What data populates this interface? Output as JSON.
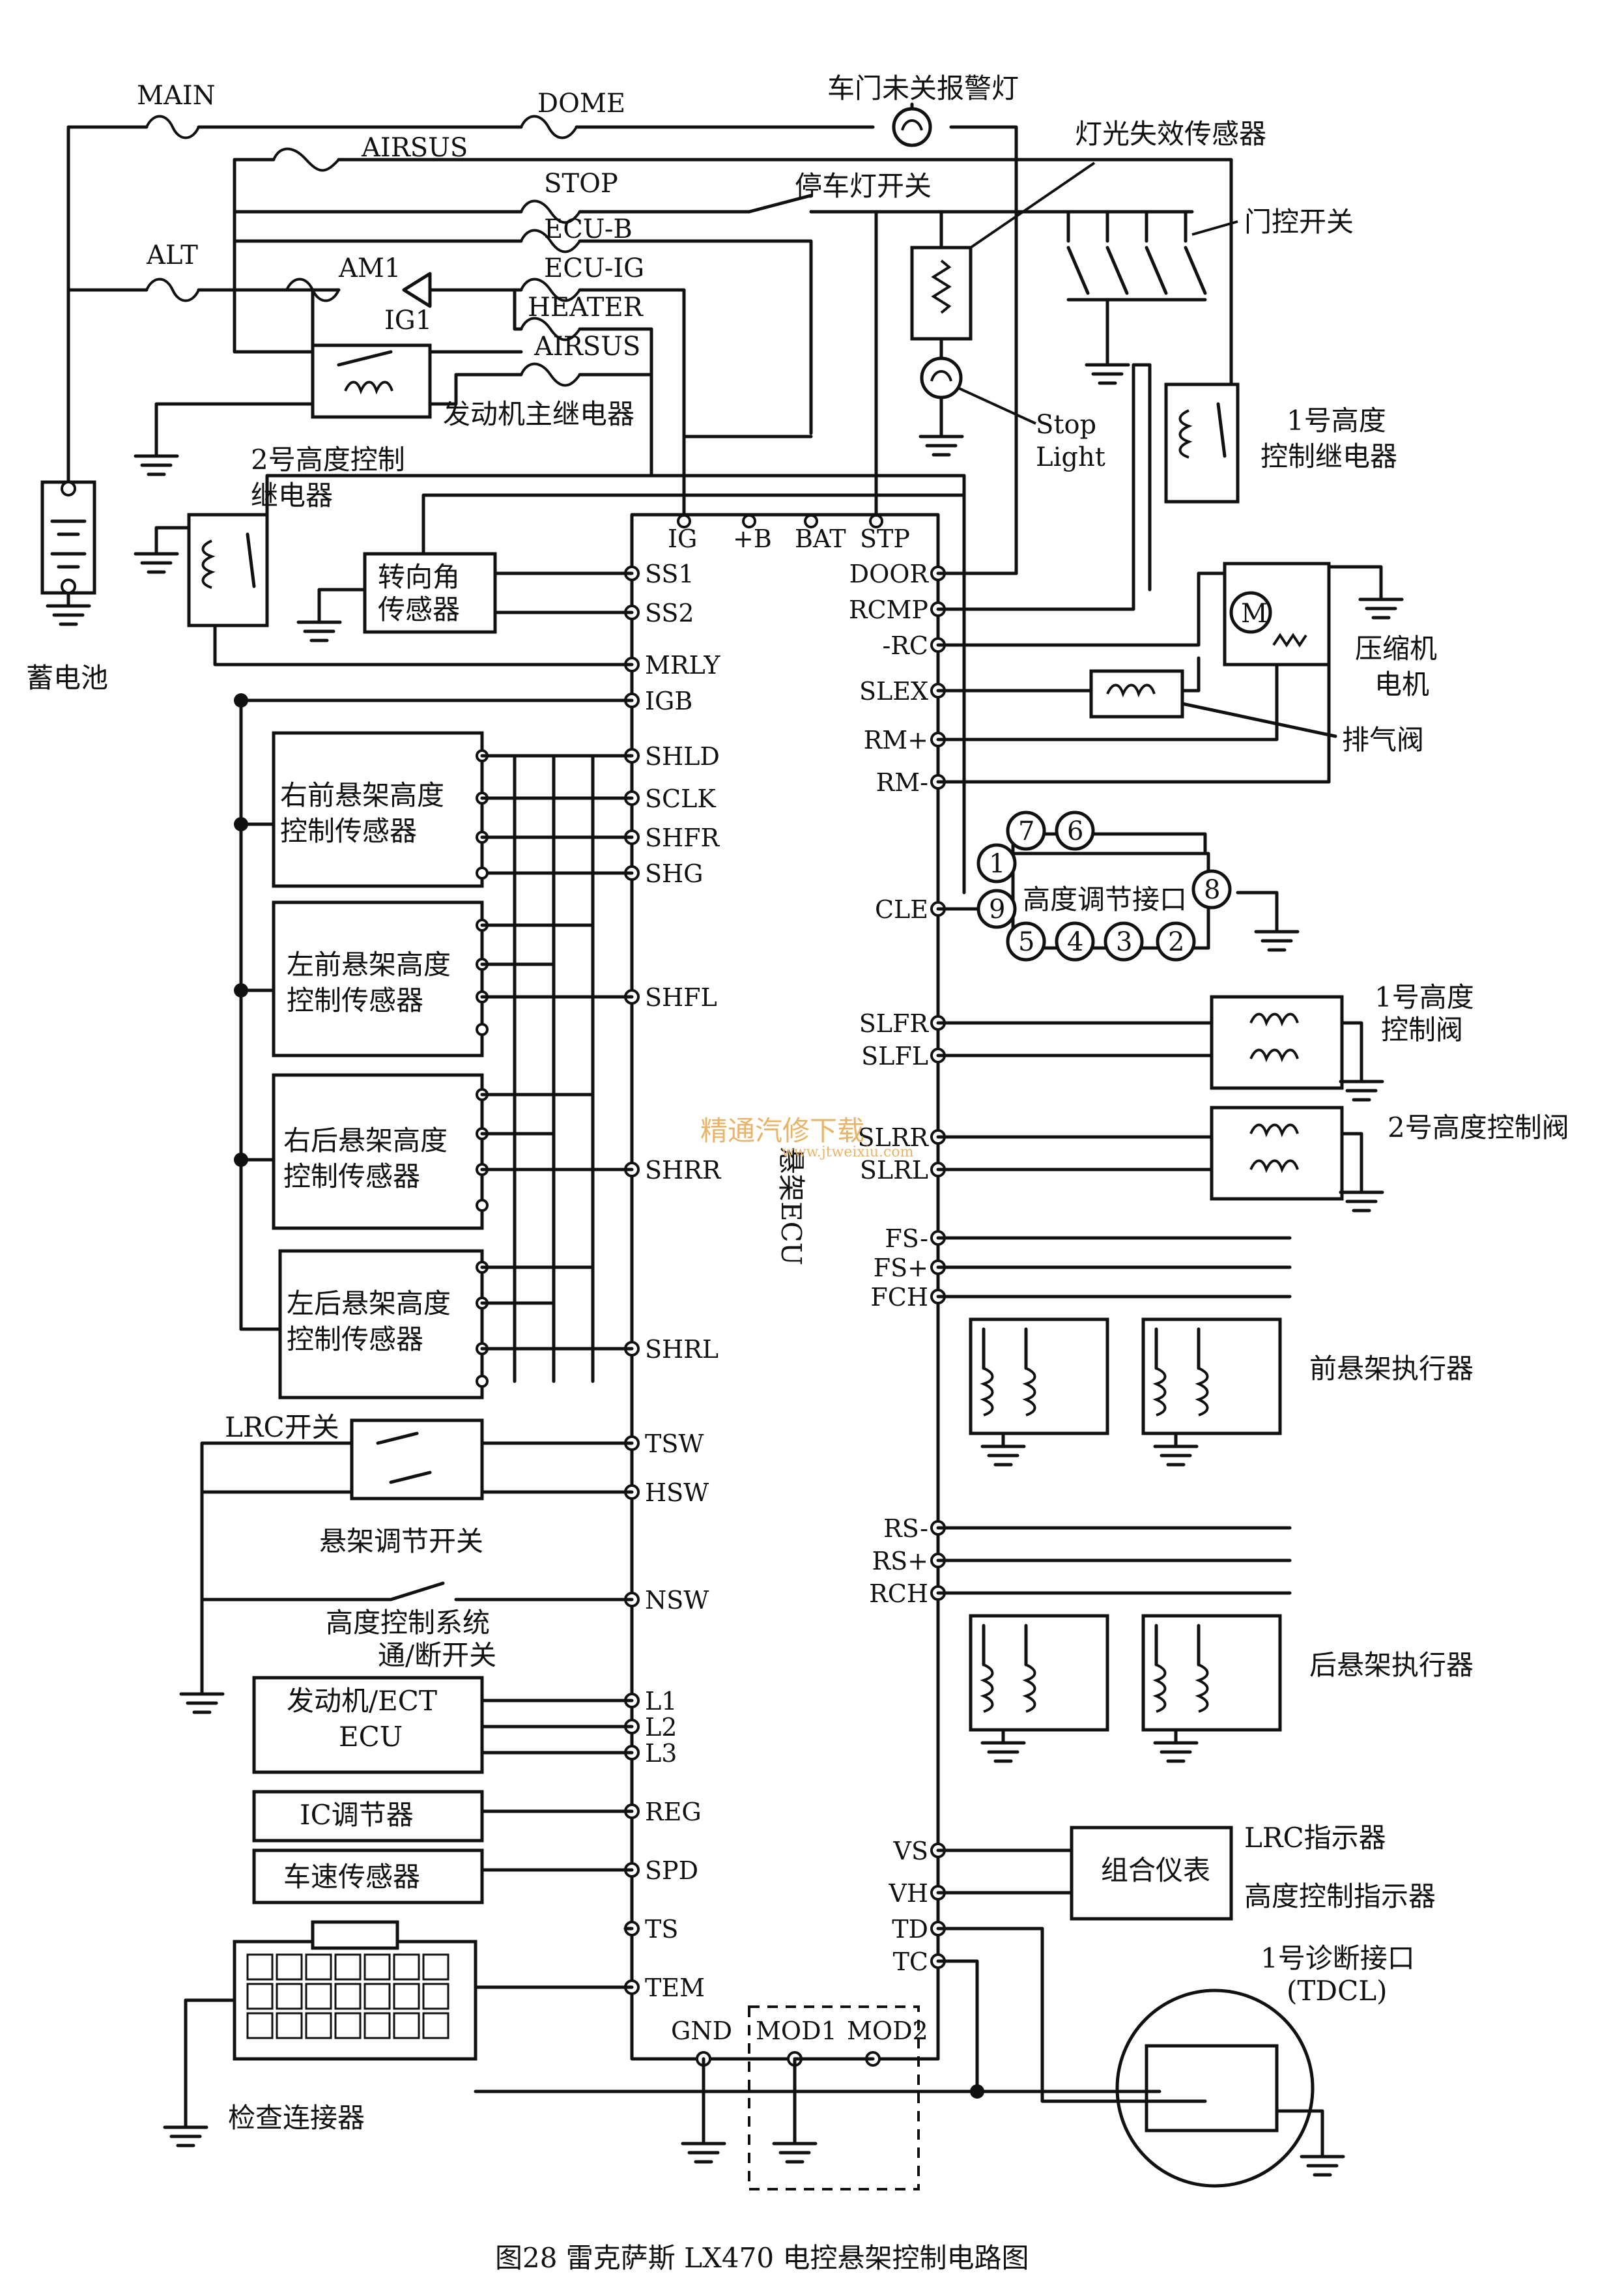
{
  "diagram": {
    "caption": "图28   雷克萨斯 LX470 电控悬架控制电路图",
    "watermark": "精通汽修下载",
    "watermark_url": "www.jtweixiu.com",
    "ecu": {
      "name": "悬架ECU",
      "top_pins": [
        "IG",
        "+B",
        "BAT",
        "STP"
      ],
      "left_pins": [
        "SS1",
        "SS2",
        "MRLY",
        "IGB",
        "SHLD",
        "SCLK",
        "SHFR",
        "SHG",
        "SHFL",
        "SHRR",
        "SHRL",
        "TSW",
        "HSW",
        "NSW",
        "L1",
        "L2",
        "L3",
        "REG",
        "SPD",
        "TS",
        "TEM"
      ],
      "right_pins": [
        "DOOR",
        "RCMP",
        "-RC",
        "SLEX",
        "RM+",
        "RM-",
        "CLE",
        "SLFR",
        "SLFL",
        "SLRR",
        "SLRL",
        "FS-",
        "FS+",
        "FCH",
        "RS-",
        "RS+",
        "RCH",
        "VS",
        "VH",
        "TD",
        "TC"
      ],
      "bottom_pins": [
        "GND",
        "MOD1",
        "MOD2"
      ]
    },
    "fuses": [
      "MAIN",
      "DOME",
      "AIRSUS",
      "STOP",
      "ECU-B",
      "ALT",
      "AM1",
      "ECU-IG",
      "HEATER",
      "AIRSUS"
    ],
    "ig1": "IG1",
    "components": {
      "battery": "蓄电池",
      "door_warning_lamp": "车门未关报警灯",
      "light_failure_sensor": "灯光失效传感器",
      "stop_lamp_switch": "停车灯开关",
      "door_switch": "门控开关",
      "stop_light": [
        "Stop",
        "Light"
      ],
      "engine_main_relay": "发动机主继电器",
      "height_relay_2": [
        "2号高度控制",
        "继电器"
      ],
      "height_relay_1": [
        "1号高度",
        "控制继电器"
      ],
      "steering_sensor": [
        "转向角",
        "传感器"
      ],
      "compressor_motor": [
        "压缩机",
        "电机"
      ],
      "exhaust_valve": "排气阀",
      "height_connector": "高度调节接口",
      "fr_sensor": [
        "右前悬架高度",
        "控制传感器"
      ],
      "fl_sensor": [
        "左前悬架高度",
        "控制传感器"
      ],
      "rr_sensor": [
        "右后悬架高度",
        "控制传感器"
      ],
      "rl_sensor": [
        "左后悬架高度",
        "控制传感器"
      ],
      "height_valve_1": [
        "1号高度",
        "控制阀"
      ],
      "height_valve_2": "2号高度控制阀",
      "front_actuator": "前悬架执行器",
      "rear_actuator": "后悬架执行器",
      "lrc_switch": "LRC开关",
      "susp_switch": "悬架调节开关",
      "height_onoff_switch": [
        "高度控制系统",
        "通/断开关"
      ],
      "engine_ecu": [
        "发动机/ECT",
        "ECU"
      ],
      "ic_regulator": "IC调节器",
      "speed_sensor": "车速传感器",
      "check_connector": "检查连接器",
      "combination_meter": "组合仪表",
      "lrc_indicator": "LRC指示器",
      "height_indicator": "高度控制指示器",
      "diag_connector": [
        "1号诊断接口",
        "(TDCL)"
      ],
      "motor_symbol": "M"
    },
    "connector_pins": [
      "1",
      "2",
      "3",
      "4",
      "5",
      "6",
      "7",
      "8",
      "9"
    ]
  }
}
